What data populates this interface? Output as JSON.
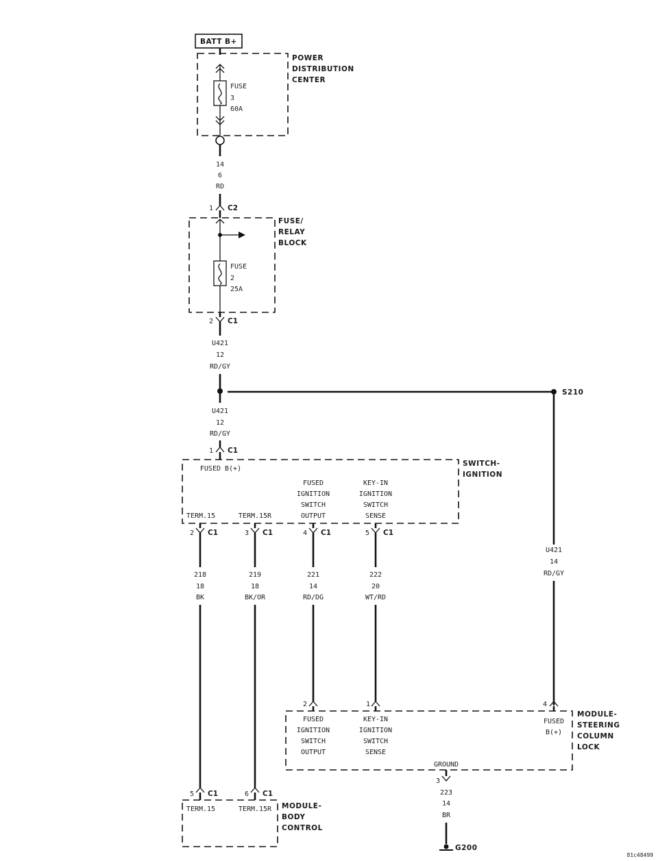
{
  "battery_label": "BATT B+",
  "pdc": {
    "name": [
      "POWER",
      "DISTRIBUTION",
      "CENTER"
    ],
    "fuse": [
      "FUSE",
      "3",
      "60A"
    ]
  },
  "wire_pdc_out": [
    "14",
    "6",
    "RD"
  ],
  "frb": {
    "connector_in": {
      "pin": "1",
      "name": "C2"
    },
    "name": [
      "FUSE/",
      "RELAY",
      "BLOCK"
    ],
    "fuse": [
      "FUSE",
      "2",
      "25A"
    ],
    "connector_out": {
      "pin": "2",
      "name": "C1"
    }
  },
  "wire_frb_out": [
    "U421",
    "12",
    "RD/GY"
  ],
  "splice": "S210",
  "wire_to_switch": [
    "U421",
    "12",
    "RD/GY"
  ],
  "switch_ignition": {
    "connector_in": {
      "pin": "1",
      "name": "C1"
    },
    "name": [
      "SWITCH-",
      "IGNITION"
    ],
    "fused_b": "FUSED B(+)",
    "output_label": [
      "FUSED",
      "IGNITION",
      "SWITCH",
      "OUTPUT"
    ],
    "sense_label": [
      "KEY-IN",
      "IGNITION",
      "SWITCH",
      "SENSE"
    ],
    "term15": "TERM.15",
    "term15r": "TERM.15R",
    "pins": [
      {
        "pin": "2",
        "name": "C1"
      },
      {
        "pin": "3",
        "name": "C1"
      },
      {
        "pin": "4",
        "name": "C1"
      },
      {
        "pin": "5",
        "name": "C1"
      }
    ]
  },
  "wires_from_switch": [
    [
      "218",
      "18",
      "BK"
    ],
    [
      "219",
      "18",
      "BK/OR"
    ],
    [
      "221",
      "14",
      "RD/DG"
    ],
    [
      "222",
      "20",
      "WT/RD"
    ]
  ],
  "wire_splice_down": [
    "U421",
    "14",
    "RD/GY"
  ],
  "steering_lock": {
    "pin_output": "2",
    "pin_sense": "1",
    "pin_fused": "4",
    "name": [
      "MODULE-",
      "STEERING",
      "COLUMN",
      "LOCK"
    ],
    "output_label": [
      "FUSED",
      "IGNITION",
      "SWITCH",
      "OUTPUT"
    ],
    "sense_label": [
      "KEY-IN",
      "IGNITION",
      "SWITCH",
      "SENSE"
    ],
    "fused_label": [
      "FUSED",
      "B(+)"
    ],
    "ground_label": "GROUND",
    "pin_ground": "3"
  },
  "wire_ground": [
    "223",
    "14",
    "BR"
  ],
  "ground_point": "G200",
  "body_control": {
    "pins": [
      {
        "pin": "5",
        "name": "C1"
      },
      {
        "pin": "6",
        "name": "C1"
      }
    ],
    "term15": "TERM.15",
    "term15r": "TERM.15R",
    "name": [
      "MODULE-",
      "BODY",
      "CONTROL"
    ]
  },
  "figure_id": "81c48499"
}
